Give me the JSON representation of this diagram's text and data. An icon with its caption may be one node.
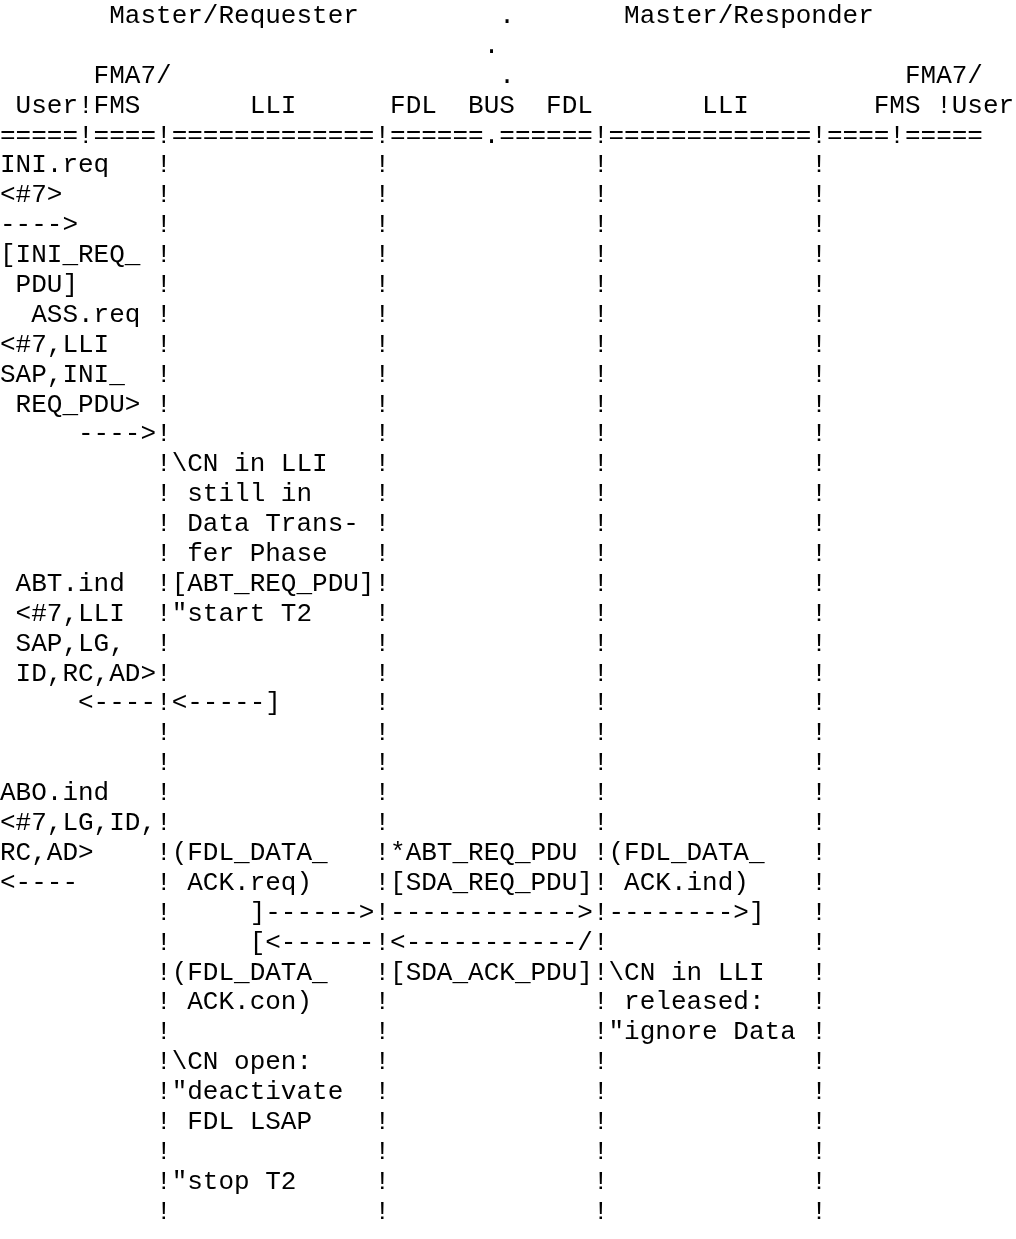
{
  "diagram": {
    "labels": [
      "       Master/Requester         .       Master/Responder",
      "                               .",
      "      FMA7/                     .                         FMA7/",
      " User!FMS       LLI      FDL  BUS  FDL       LLI        FMS !User",
      "=====!====!=============!======.======!=============!====!=====",
      "INI.req   !             !             !             !",
      "<#7>      !             !             !             !",
      "---->     !             !             !             !",
      "[INI_REQ_ !             !             !             !",
      " PDU]     !             !             !             !",
      "  ASS.req !             !             !             !",
      "<#7,LLI   !             !             !             !",
      "SAP,INI_  !             !             !             !",
      " REQ_PDU> !             !             !             !",
      "     ---->!             !             !             !",
      "          !\\CN in LLI   !             !             !",
      "          ! still in    !             !             !",
      "          ! Data Trans- !             !             !",
      "          ! fer Phase   !             !             !",
      " ABT.ind  ![ABT_REQ_PDU]!             !             !",
      " <#7,LLI  !\"start T2    !             !             !",
      " SAP,LG,  !             !             !             !",
      " ID,RC,AD>!             !             !             !",
      "     <----!<-----]      !             !             !",
      "          !             !             !             !",
      "          !             !             !             !",
      "ABO.ind   !             !             !             !",
      "<#7,LG,ID,!             !             !             !",
      "RC,AD>    !(FDL_DATA_   !*ABT_REQ_PDU !(FDL_DATA_   !",
      "<----     ! ACK.req)    ![SDA_REQ_PDU]! ACK.ind)    !",
      "          !     ]------>!------------>!-------->]   !",
      "          !     [<------!<-----------/!             !",
      "          !(FDL_DATA_   ![SDA_ACK_PDU]!\\CN in LLI   !",
      "          ! ACK.con)    !             ! released:   !",
      "          !             !             !\"ignore Data !",
      "          !\\CN open:    !             !             !",
      "          !\"deactivate  !             !             !",
      "          ! FDL LSAP    !             !             !",
      "          !             !             !             !",
      "          !\"stop T2     !             !             !",
      "          !             !             !             !"
    ]
  }
}
